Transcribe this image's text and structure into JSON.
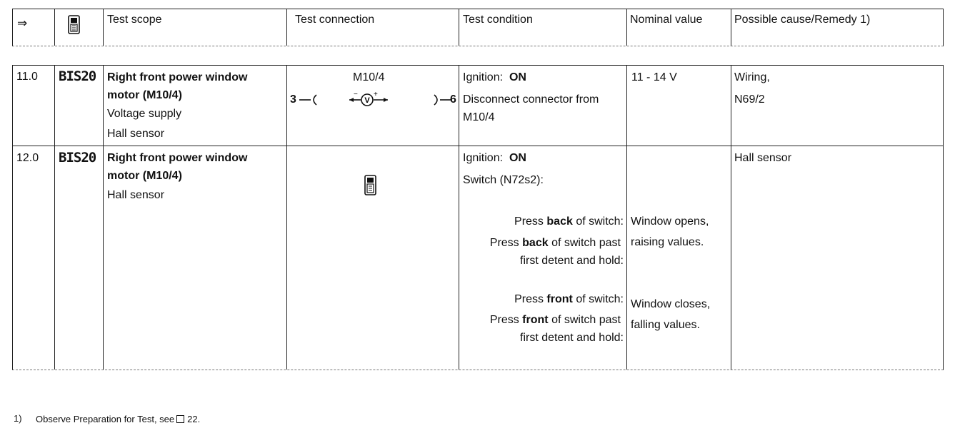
{
  "header": {
    "arrow": "⇒",
    "tester_icon": "tester-device-icon",
    "test_scope": "Test scope",
    "test_connection": "Test connection",
    "test_condition": "Test condition",
    "nominal_value": "Nominal value",
    "possible_cause": "Possible cause/Remedy 1)"
  },
  "rows": [
    {
      "step": "11.0",
      "code": "BIS20",
      "scope_title_1": "Right front power window",
      "scope_title_2": "motor (M10/4)",
      "scope_line_3": "Voltage supply",
      "scope_line_4": "Hall sensor",
      "connection_label": "M10/4",
      "pin_left": "3",
      "pin_right": "6",
      "meter_symbol": "V",
      "cond_1_label": "Ignition:",
      "cond_1_value": "ON",
      "cond_2": "Disconnect connector from",
      "cond_3": "M10/4",
      "nominal": "11 - 14 V",
      "cause_1": "Wiring,",
      "cause_2": "N69/2"
    },
    {
      "step": "12.0",
      "code": "BIS20",
      "scope_title_1": "Right front power window",
      "scope_title_2": "motor (M10/4)",
      "scope_line_3": "Hall sensor",
      "connection_icon": "tester-device-icon",
      "cond_1_label": "Ignition:",
      "cond_1_value": "ON",
      "cond_2": "Switch (N72s2):",
      "back_1_pre": "Press",
      "back_1_bold": "back",
      "back_1_post": "of switch:",
      "back_2_pre": "Press",
      "back_2_bold": "back",
      "back_2_post": "of switch past",
      "back_3": "first detent and hold:",
      "front_1_pre": "Press",
      "front_1_bold": "front",
      "front_1_post": "of switch:",
      "front_2_pre": "Press",
      "front_2_bold": "front",
      "front_2_post": "of switch past",
      "front_3": "first detent and hold:",
      "nominal_back_1": "Window opens,",
      "nominal_back_2": "raising values.",
      "nominal_front_1": "Window closes,",
      "nominal_front_2": "falling values.",
      "cause_1": "Hall sensor"
    }
  ],
  "footnote": {
    "marker": "1)",
    "text_pre": "Observe Preparation for Test, see",
    "ref": "22."
  }
}
